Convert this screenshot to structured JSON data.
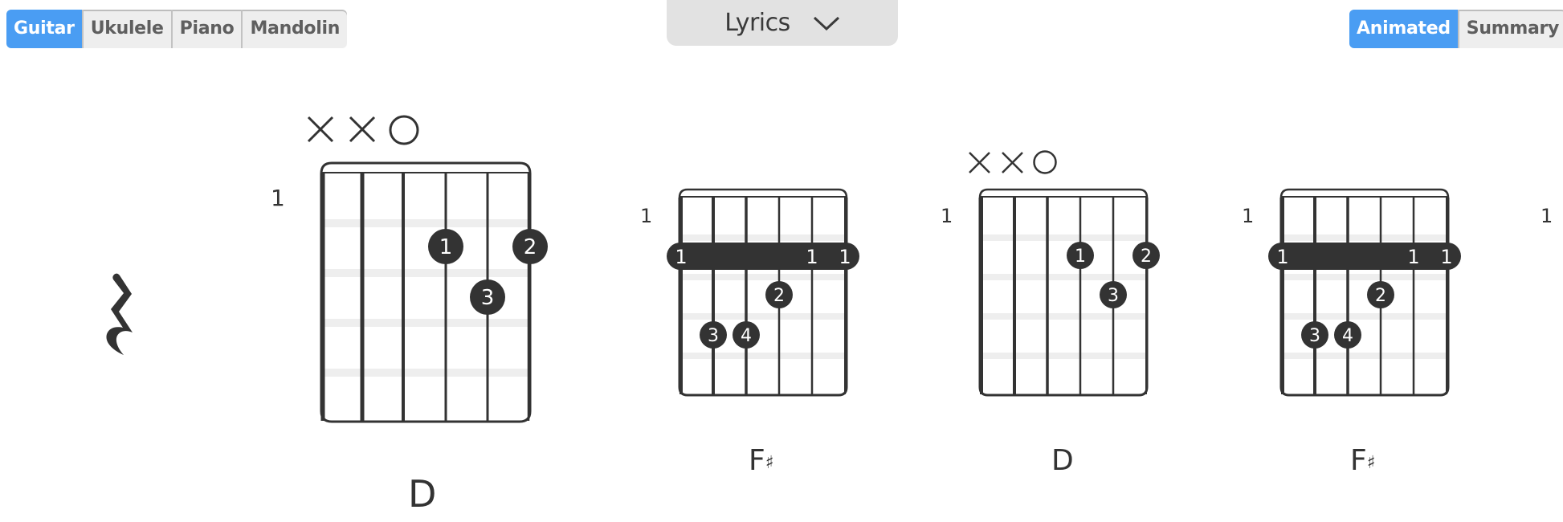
{
  "instrument_tabs": [
    {
      "label": "Guitar",
      "active": true
    },
    {
      "label": "Ukulele",
      "active": false
    },
    {
      "label": "Piano",
      "active": false
    },
    {
      "label": "Mandolin",
      "active": false
    }
  ],
  "lyrics_dropdown": {
    "label": "Lyrics",
    "icon": "chevron-down-icon"
  },
  "view_tabs": [
    {
      "label": "Animated",
      "active": true
    },
    {
      "label": "Summary",
      "active": false
    }
  ],
  "colors": {
    "accent": "#4a9df3",
    "tab_bg": "#eeeeee",
    "dropdown_bg": "#e2e2e2",
    "ink": "#333333",
    "fret_band": "#eeeeee"
  },
  "rest_symbol": "quarter-rest",
  "chords": [
    {
      "name": "D",
      "accidental": "",
      "start_fret": "1",
      "open_markers": [
        "X",
        "X",
        "O",
        "",
        "",
        ""
      ],
      "fingers": [
        {
          "string": 4,
          "fret": 2,
          "finger": "1"
        },
        {
          "string": 6,
          "fret": 2,
          "finger": "2"
        },
        {
          "string": 5,
          "fret": 3,
          "finger": "3"
        }
      ],
      "barre": null,
      "current": true
    },
    {
      "name": "F",
      "accidental": "♯",
      "start_fret": "1",
      "open_markers": [
        "",
        "",
        "",
        "",
        "",
        ""
      ],
      "barre": {
        "fret": 2,
        "labels": [
          "1",
          "1",
          "1"
        ]
      },
      "fingers": [
        {
          "string": 4,
          "fret": 3,
          "finger": "2"
        },
        {
          "string": 2,
          "fret": 4,
          "finger": "3"
        },
        {
          "string": 3,
          "fret": 4,
          "finger": "4"
        }
      ]
    },
    {
      "name": "D",
      "accidental": "",
      "start_fret": "1",
      "open_markers": [
        "X",
        "X",
        "O",
        "",
        "",
        ""
      ],
      "fingers": [
        {
          "string": 4,
          "fret": 2,
          "finger": "1"
        },
        {
          "string": 6,
          "fret": 2,
          "finger": "2"
        },
        {
          "string": 5,
          "fret": 3,
          "finger": "3"
        }
      ],
      "barre": null
    },
    {
      "name": "F",
      "accidental": "♯",
      "start_fret": "1",
      "open_markers": [
        "",
        "",
        "",
        "",
        "",
        ""
      ],
      "barre": {
        "fret": 2,
        "labels": [
          "1",
          "1",
          "1"
        ]
      },
      "fingers": [
        {
          "string": 4,
          "fret": 3,
          "finger": "2"
        },
        {
          "string": 2,
          "fret": 4,
          "finger": "3"
        },
        {
          "string": 3,
          "fret": 4,
          "finger": "4"
        }
      ]
    }
  ],
  "next_start_fret": "1",
  "labels": {
    "c0": {
      "fret": "1",
      "name": "D",
      "acc": "",
      "f1": "1",
      "f2": "2",
      "f3": "3"
    },
    "c1": {
      "fret": "1",
      "name": "F",
      "acc": "♯",
      "b": "1",
      "f2": "2",
      "f3": "3",
      "f4": "4"
    },
    "c2": {
      "fret": "1",
      "name": "D",
      "acc": "",
      "f1": "1",
      "f2": "2",
      "f3": "3"
    },
    "c3": {
      "fret": "1",
      "name": "F",
      "acc": "♯",
      "b": "1",
      "f2": "2",
      "f3": "3",
      "f4": "4"
    },
    "next": {
      "fret": "1"
    }
  }
}
